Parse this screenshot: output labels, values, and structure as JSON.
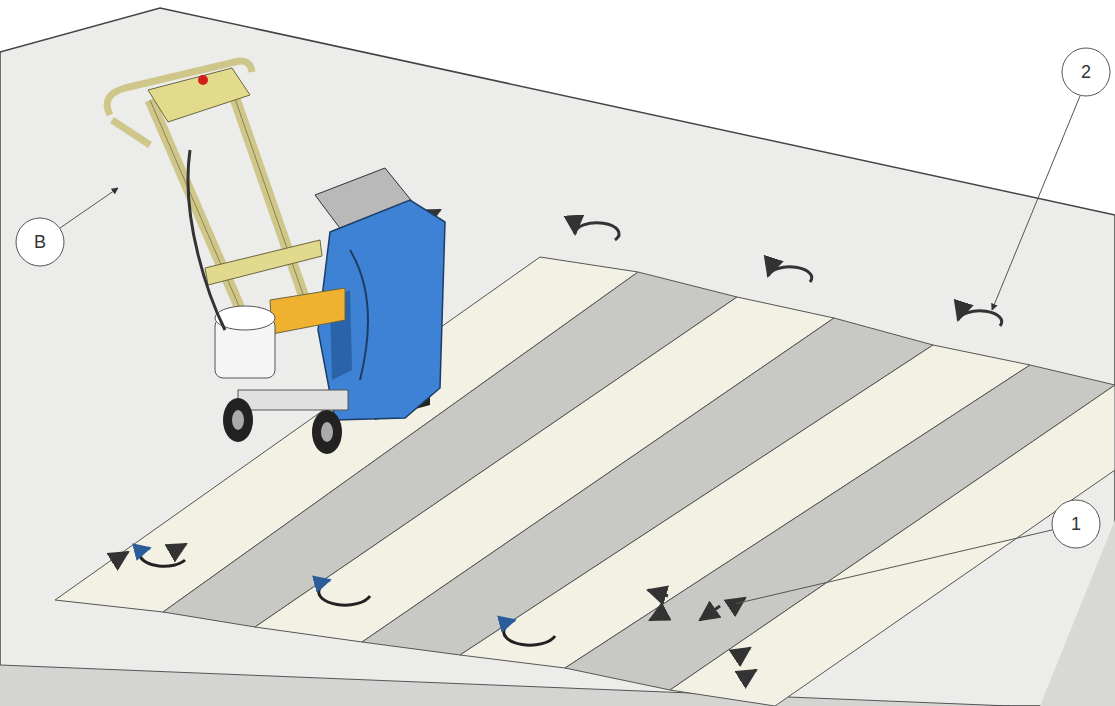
{
  "diagram": {
    "labels": [
      "B",
      "2",
      "1"
    ]
  }
}
